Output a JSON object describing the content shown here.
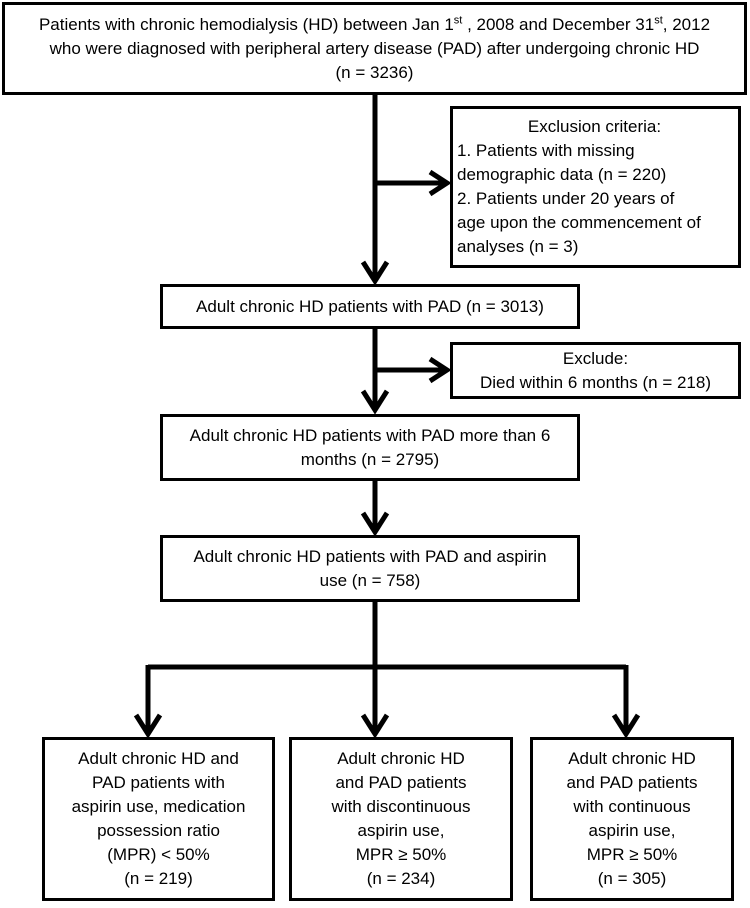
{
  "flowchart": {
    "top": {
      "line1_pre": "Patients with chronic hemodialysis (HD) between Jan 1",
      "line1_sup1": "st",
      "line1_mid": " , 2008 and December 31",
      "line1_sup2": "st",
      "line1_post": ", 2012",
      "line2": "who were diagnosed with peripheral artery disease (PAD) after undergoing chronic HD",
      "line3": "(n = 3236)"
    },
    "exclusion1": {
      "title": "Exclusion criteria:",
      "lines": [
        "1. Patients with missing",
        "demographic data (n = 220)",
        "2. Patients under 20 years of",
        "age upon the commencement of",
        "analyses (n = 3)"
      ]
    },
    "step2": {
      "lines": [
        "Adult chronic HD patients with PAD (n = 3013)"
      ]
    },
    "exclusion2": {
      "lines": [
        "Exclude:",
        "Died within 6 months (n = 218)"
      ]
    },
    "step3": {
      "lines": [
        "Adult chronic HD patients with PAD more than 6",
        "months (n = 2795)"
      ]
    },
    "step4": {
      "lines": [
        "Adult chronic HD patients with PAD and aspirin",
        "use (n = 758)"
      ]
    },
    "outcomes": [
      {
        "lines": [
          "Adult chronic HD and",
          "PAD patients with",
          "aspirin use, medication",
          "possession ratio",
          "(MPR) < 50%",
          "(n = 219)"
        ]
      },
      {
        "lines": [
          "Adult chronic HD",
          "and PAD patients",
          "with discontinuous",
          "aspirin use,",
          "MPR ≥ 50%",
          "(n = 234)"
        ]
      },
      {
        "lines": [
          "Adult chronic HD",
          "and PAD patients",
          "with continuous",
          "aspirin use,",
          "MPR ≥ 50%",
          "(n = 305)"
        ]
      }
    ]
  }
}
